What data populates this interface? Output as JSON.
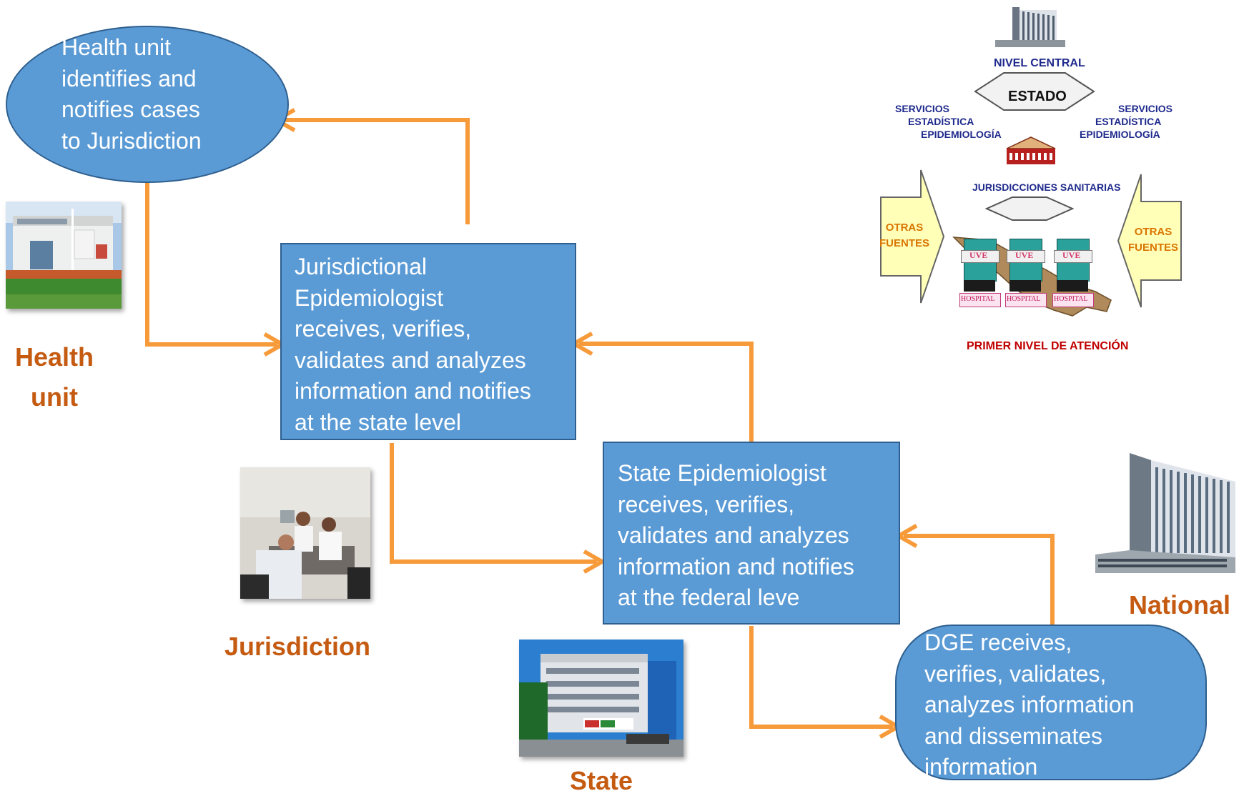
{
  "nodes": {
    "health_unit": "Health unit\nidentifies and\nnotifies cases\nto Jurisdiction",
    "jurisdiction": "Jurisdictional\nEpidemiologist\nreceives, verifies,\nvalidates and analyzes\ninformation and notifies\nat the state level",
    "state": "State Epidemiologist\nreceives, verifies,\nvalidates and analyzes\ninformation and notifies\nat the federal leve",
    "national": "DGE receives,\nverifies, validates,\nanalyzes information\nand disseminates\ninformation"
  },
  "labels": {
    "health_unit": "Health\nunit",
    "jurisdiction": "Jurisdiction",
    "state": "State",
    "national": "National"
  },
  "scheme": {
    "nivel_central": "NIVEL CENTRAL",
    "estado": "ESTADO",
    "servicios_left": [
      "SERVICIOS",
      "ESTADÍSTICA",
      "EPIDEMIOLOGÍA"
    ],
    "servicios_right": [
      "SERVICIOS",
      "ESTADÍSTICA",
      "EPIDEMIOLOGÍA"
    ],
    "jurisdicciones": "JURISDICCIONES SANITARIAS",
    "otras_fuentes_left": "OTRAS\nFUENTES",
    "otras_fuentes_right": "OTRAS\nFUENTES",
    "uve": "UVE",
    "hospital": "HOSPITAL",
    "primer_nivel": "PRIMER NIVEL DE ATENCIÓN"
  },
  "colors": {
    "node_fill": "#5b9bd5",
    "arrow": "#f79a3a",
    "label": "#c55a11"
  }
}
